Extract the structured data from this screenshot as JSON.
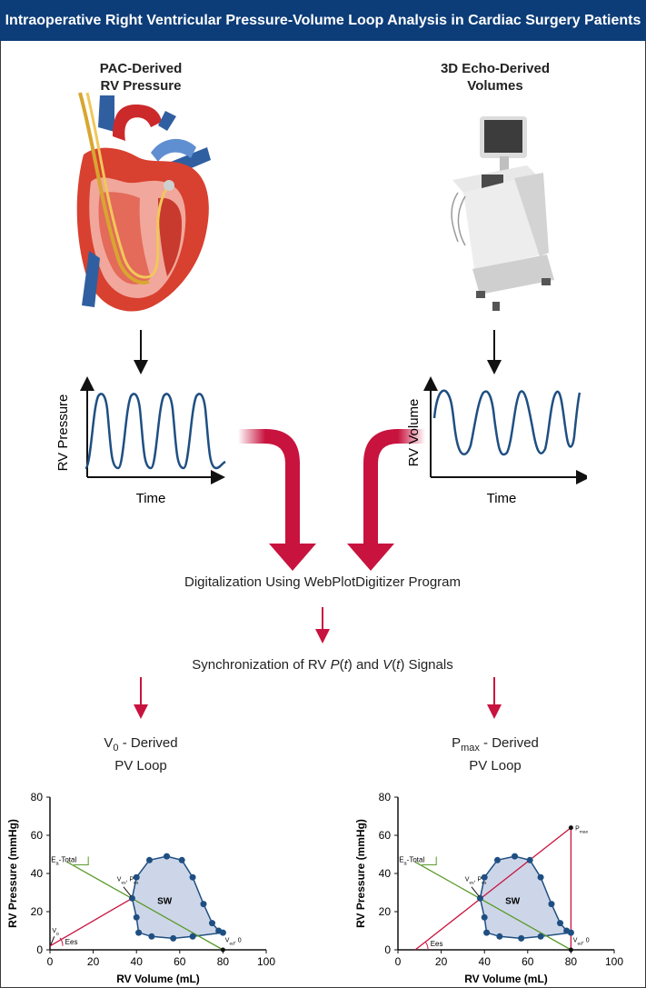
{
  "title": "Intraoperative Right Ventricular Pressure-Volume Loop Analysis in Cardiac Surgery Patients",
  "left_source": {
    "line1": "PAC-Derived",
    "line2": "RV Pressure"
  },
  "right_source": {
    "line1": "3D Echo-Derived",
    "line2": "Volumes"
  },
  "pressure_wave": {
    "ylabel": "RV Pressure",
    "xlabel": "Time"
  },
  "volume_wave": {
    "ylabel": "RV Volume",
    "xlabel": "Time"
  },
  "step1": "Digitalization Using WebPlotDigitizer Program",
  "step2": {
    "prefix": "Synchronization of RV ",
    "p": "P",
    "open1": "(",
    "t1": "t",
    "mid": ") and ",
    "v": "V",
    "open2": "(",
    "t2": "t",
    "suffix": ") Signals"
  },
  "left_method": {
    "sym": "V",
    "sub": "0",
    "rest": " - Derived",
    "line2": "PV Loop"
  },
  "right_method": {
    "sym": "P",
    "sub": "max",
    "rest": " - Derived",
    "line2": "PV Loop"
  },
  "chart_data": [
    {
      "type": "scatter",
      "xlabel": "RV Volume (mL)",
      "ylabel": "RV Pressure (mmHg)",
      "xlim": [
        0,
        100
      ],
      "ylim": [
        0,
        80
      ],
      "xticks": [
        "0",
        "20",
        "40",
        "60",
        "80",
        "100"
      ],
      "yticks": [
        "0",
        "20",
        "40",
        "60",
        "80"
      ],
      "loop": [
        [
          38,
          27
        ],
        [
          40,
          38
        ],
        [
          46,
          47
        ],
        [
          54,
          49
        ],
        [
          61,
          47
        ],
        [
          66,
          38
        ],
        [
          71,
          24
        ],
        [
          75,
          14
        ],
        [
          78,
          10
        ],
        [
          80,
          9
        ],
        [
          66,
          7
        ],
        [
          57,
          6
        ],
        [
          47,
          7
        ],
        [
          41,
          9
        ],
        [
          40,
          17
        ]
      ],
      "ees_line": [
        [
          0,
          2
        ],
        [
          38,
          27
        ]
      ],
      "ea_line": [
        [
          8,
          46
        ],
        [
          80,
          0
        ]
      ],
      "marker_points": [
        [
          80,
          0
        ]
      ],
      "annotations": {
        "sw": "SW",
        "ees": "Ees",
        "ea": "E",
        "ea_sub": "a",
        "ea_rest": "-Total",
        "es": "V",
        "es_sub1": "es",
        "es_mid": ", P",
        "es_sub2": "es",
        "v0": "V",
        "v0_sub": "0",
        "ved": "V",
        "ved_sub": "ed",
        "ved_rest": ", 0"
      }
    },
    {
      "type": "scatter",
      "xlabel": "RV Volume (mL)",
      "ylabel": "RV Pressure (mmHg)",
      "xlim": [
        0,
        100
      ],
      "ylim": [
        0,
        80
      ],
      "xticks": [
        "0",
        "20",
        "40",
        "60",
        "80",
        "100"
      ],
      "yticks": [
        "0",
        "20",
        "40",
        "60",
        "80"
      ],
      "loop": [
        [
          38,
          27
        ],
        [
          40,
          38
        ],
        [
          46,
          47
        ],
        [
          54,
          49
        ],
        [
          61,
          47
        ],
        [
          66,
          38
        ],
        [
          71,
          24
        ],
        [
          75,
          14
        ],
        [
          78,
          10
        ],
        [
          80,
          9
        ],
        [
          66,
          7
        ],
        [
          57,
          6
        ],
        [
          47,
          7
        ],
        [
          41,
          9
        ],
        [
          40,
          17
        ]
      ],
      "ees_line": [
        [
          8,
          0
        ],
        [
          80,
          64
        ]
      ],
      "ea_line": [
        [
          8,
          46
        ],
        [
          80,
          0
        ]
      ],
      "vertical_line": [
        [
          80,
          0
        ],
        [
          80,
          64
        ]
      ],
      "marker_points": [
        [
          80,
          64
        ],
        [
          80,
          0
        ]
      ],
      "annotations": {
        "sw": "SW",
        "ees": "Ees",
        "ea": "E",
        "ea_sub": "a",
        "ea_rest": "-Total",
        "es": "V",
        "es_sub1": "es",
        "es_mid": ", P",
        "es_sub2": "es",
        "pmax": "P",
        "pmax_sub": "max",
        "ved": "V",
        "ved_sub": "ed",
        "ved_rest": ", 0"
      }
    }
  ]
}
